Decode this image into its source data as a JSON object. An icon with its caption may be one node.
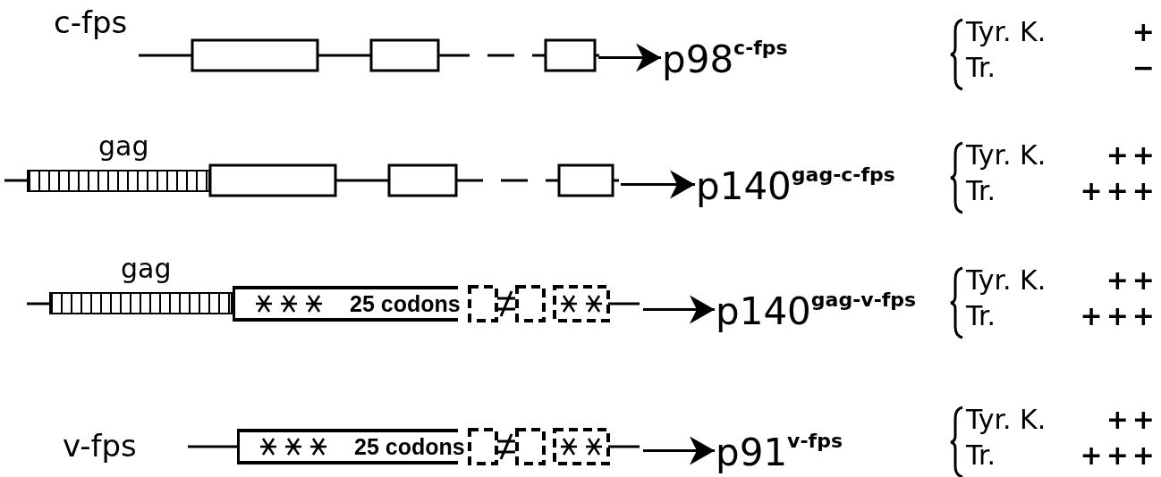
{
  "diagram": {
    "nodes": [
      {
        "text": [
          "c-fps"
        ]
      },
      {
        "text": [
          "p98$^{c-fps}$"
        ]
      },
      {
        "text": [],
        "shape": "bar"
      },
      {
        "text": [
          "gag"
        ],
        "in": 2
      },
      {
        "text": [
          "p140$^{gag-c-fps}$"
        ]
      },
      {
        "text": [],
        "shape": "bar"
      },
      {
        "text": [
          "gag"
        ],
        "in": 5
      },
      {
        "text": [
          "25 codons"
        ],
        "in": 5
      },
      {
        "text": [
          "p140$^{gag-v-fps}$"
        ]
      },
      {
        "text": [
          "v-fps"
        ]
      },
      {
        "text": [
          "25 codons"
        ],
        "in": 9
      },
      {
        "text": [
          "p91$^{v-fps}$"
        ]
      }
    ],
    "edges": [
      {
        "from": 0,
        "to": 1,
        "arrow": "to"
      },
      {
        "from": 2,
        "to": 4,
        "arrow": "to"
      },
      {
        "from": 5,
        "to": 8,
        "arrow": "to"
      },
      {
        "from": 9,
        "to": 11,
        "arrow": "to"
      }
    ],
    "labels": [
      "Tyr. K.",
      "+",
      "Tr.",
      "−",
      "Tyr. K.",
      "++",
      "Tr.",
      "+++",
      "Tyr. K.",
      "++",
      "Tr.",
      "+++",
      "Tyr. K.",
      "++",
      "Tr.",
      "+++"
    ]
  }
}
